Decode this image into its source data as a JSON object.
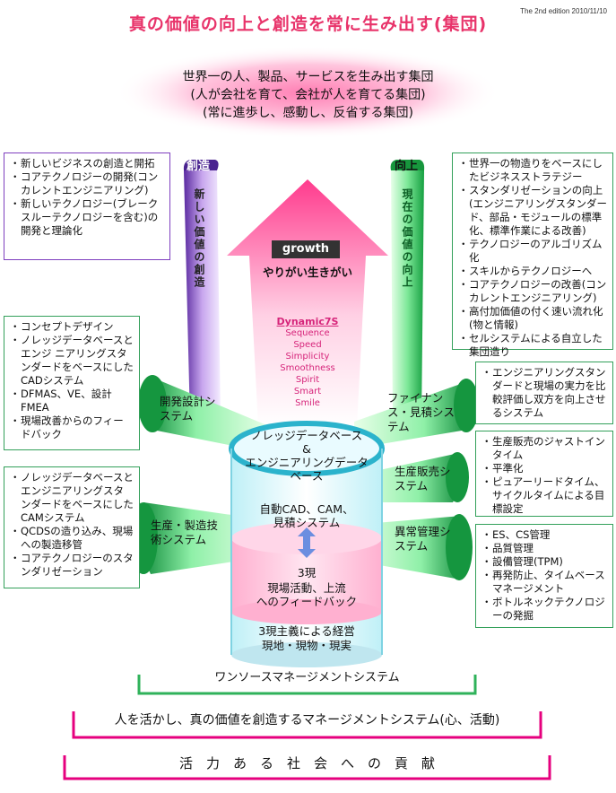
{
  "header": {
    "title": "真の価値の向上と創造を常に生み出す(集団)",
    "edition": "The 2nd edition 2010/11/10"
  },
  "mission": [
    "世界一の人、製品、サービスを生み出す集団",
    "(人が会社を育て、会社が人を育てる集団)",
    "(常に進歩し、感動し、反省する集団)"
  ],
  "pillars": {
    "left_tag": "創造",
    "left_text": "新しい価値の創造",
    "right_tag": "向上",
    "right_text": "現在の価値の向上"
  },
  "growth": {
    "badge": "growth",
    "subtitle": "やりがい生きがい",
    "dynamic_title": "Dynamic7S",
    "dynamic_items": [
      "Sequence",
      "Speed",
      "Simplicity",
      "Smoothness",
      "Spirit",
      "Smart",
      "Smile"
    ]
  },
  "boxes": {
    "top_left": [
      "新しいビジネスの創造と開拓",
      "コアテクノロジーの開発(コンカレントエンジニアリング)",
      "新しいテクノロジー(ブレークスルーテクノロジーを含む)の開発と理論化"
    ],
    "top_right": [
      "世界一の物造りをベースにしたビジネスストラテジー",
      "スタンダリゼーションの向上(エンジニアリングスタンダード、部品・モジュールの標準化、標準作業による改善)",
      "テクノロジーのアルゴリズム化",
      "スキルからテクノロジーへ",
      "コアテクノロジーの改善(コンカレントエンジニアリング)",
      "高付加価値の付く速い流れ化(物と情報)",
      "セルシステムによる自立した集団造り"
    ],
    "mid_left": [
      "コンセプトデザイン",
      "ノレッジデータベースとエンジ ニアリングスタンダードをベースにしたCADシステム",
      "DFMAS、VE、設計FMEA",
      "現場改善からのフィードバック"
    ],
    "low_left": [
      "ノレッジデータベースとエンジニアリングスタンダードをベースにしたCAMシステム",
      "QCDSの造り込み、現場への製造移管",
      "コアテクノロジーのスタンダリゼーション"
    ],
    "right_1": [
      "エンジニアリングスタンダードと現場の実力を比較評価し双方を向上させるシステム"
    ],
    "right_2": [
      "生産販売のジャストインタイム",
      "平準化",
      "ピュアーリードタイム、サイクルタイムによる目標設定"
    ],
    "right_3": [
      "ES、CS管理",
      "品質管理",
      "設備管理(TPM)",
      "再発防止、タイムベースマネージメント",
      "ボトルネックテクノロジーの発掘"
    ]
  },
  "systems": {
    "dev": "開発設計システム",
    "prod": "生産・製造技術システム",
    "finance": "ファイナンス・見積システム",
    "sales": "生産販売システム",
    "anomaly": "異常管理システム"
  },
  "center": {
    "top": "ノレッジデータベース&エンジニアリングデータベース",
    "top_l1": "ノレッジデータベース",
    "top_l2": "&",
    "top_l3": "エンジニアリングデータ",
    "top_l4": "ベース",
    "cad_l1": "自動CAD、CAM、",
    "cad_l2": "見積システム",
    "sangen": "3現",
    "genba_l1": "現場活動、上流",
    "genba_l2": "へのフィードバック",
    "keiei_l1": "3現主義による経営",
    "keiei_l2": "現地・現物・現実"
  },
  "footer": {
    "one_source": "ワンソースマネージメントシステム",
    "management": "人を活かし、真の価値を創造するマネージメントシステム(心、活動)",
    "contribution": "活　力　あ　る　社　会　へ　の　貢　献"
  },
  "colors": {
    "title": "#e8336a",
    "purple": "#7f3fbf",
    "green": "#2fb25a",
    "pink": "#e6007e",
    "cyan": "#4cc6d8"
  }
}
